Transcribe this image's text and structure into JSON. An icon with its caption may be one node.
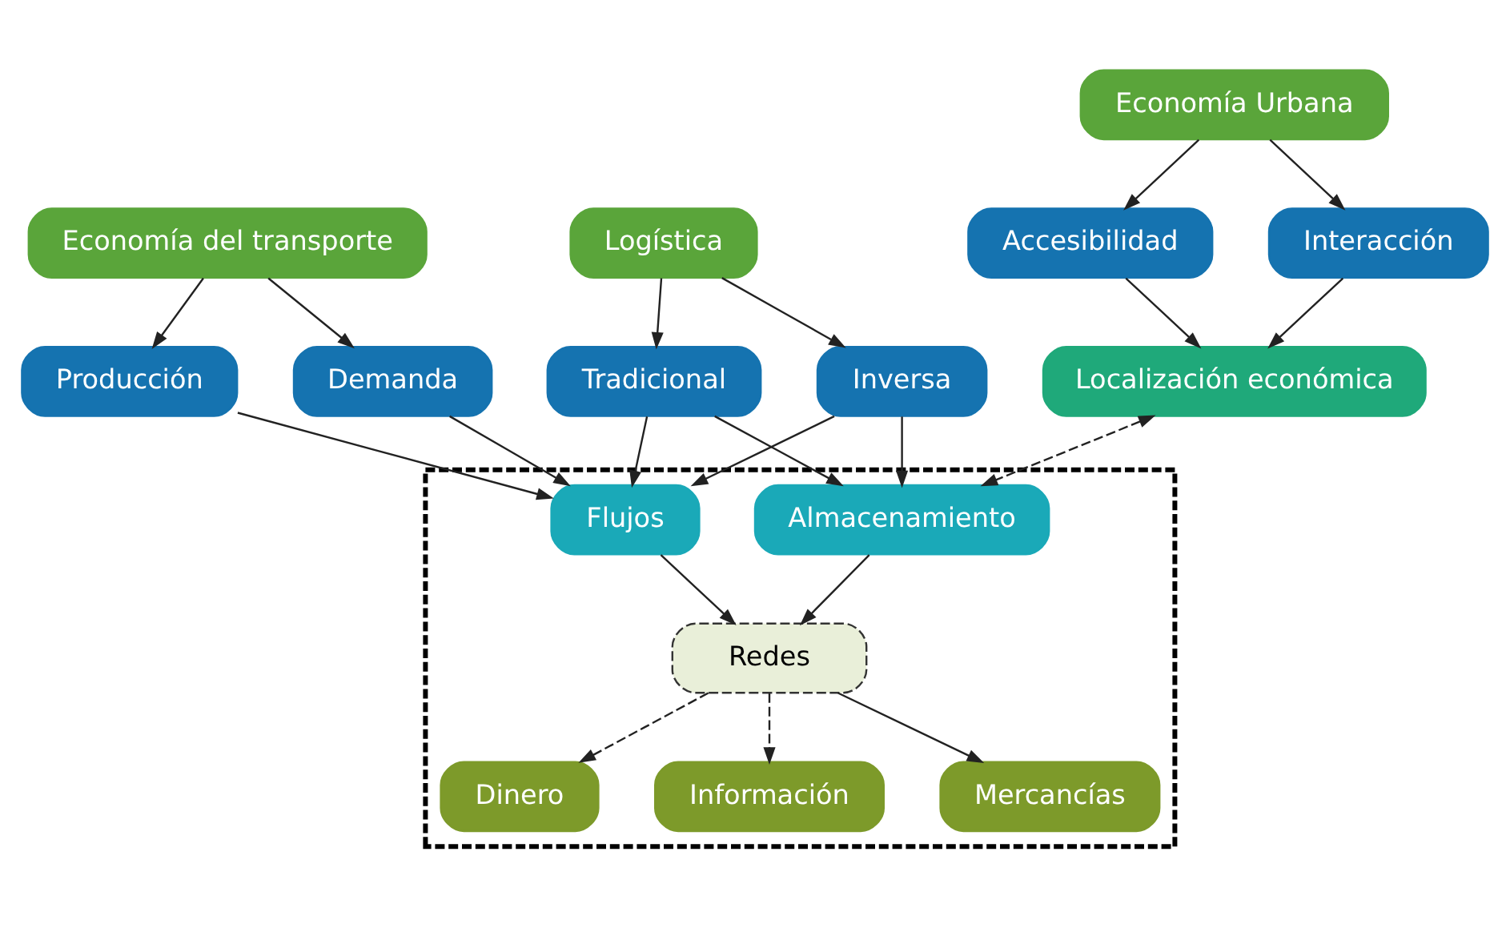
{
  "diagram": {
    "nodes": [
      {
        "text": [
          "Economía del transporte"
        ]
      },
      {
        "text": [
          "Logística"
        ]
      },
      {
        "text": [
          "Economía Urbana"
        ]
      },
      {
        "text": [
          "Producción"
        ]
      },
      {
        "text": [
          "Demanda"
        ]
      },
      {
        "text": [
          "Tradicional"
        ]
      },
      {
        "text": [
          "Inversa"
        ]
      },
      {
        "text": [
          "Accesibilidad"
        ]
      },
      {
        "text": [
          "Interacción"
        ]
      },
      {
        "text": [
          "Localización económica"
        ]
      },
      {
        "text": [],
        "shape": "box"
      },
      {
        "text": [
          "Flujos"
        ],
        "in": 10
      },
      {
        "text": [
          "Almacenamiento"
        ],
        "in": 10
      },
      {
        "text": [
          "Redes"
        ],
        "in": 10
      },
      {
        "text": [
          "Dinero"
        ],
        "in": 10
      },
      {
        "text": [
          "Información"
        ],
        "in": 10
      },
      {
        "text": [
          "Mercancías"
        ],
        "in": 10
      }
    ],
    "edges": [
      {
        "from": 0,
        "to": 3,
        "arrow": "to"
      },
      {
        "from": 0,
        "to": 4,
        "arrow": "to"
      },
      {
        "from": 1,
        "to": 5,
        "arrow": "to"
      },
      {
        "from": 1,
        "to": 6,
        "arrow": "to"
      },
      {
        "from": 2,
        "to": 7,
        "arrow": "to"
      },
      {
        "from": 2,
        "to": 8,
        "arrow": "to"
      },
      {
        "from": 7,
        "to": 9,
        "arrow": "to"
      },
      {
        "from": 8,
        "to": 9,
        "arrow": "to"
      },
      {
        "from": 3,
        "to": 11,
        "arrow": "to"
      },
      {
        "from": 4,
        "to": 11,
        "arrow": "to"
      },
      {
        "from": 5,
        "to": 11,
        "arrow": "to"
      },
      {
        "from": 5,
        "to": 12,
        "arrow": "to"
      },
      {
        "from": 6,
        "to": 11,
        "arrow": "to"
      },
      {
        "from": 6,
        "to": 12,
        "arrow": "to"
      },
      {
        "from": 9,
        "to": 12,
        "arrow": "both",
        "style": "dashed"
      },
      {
        "from": 11,
        "to": 13,
        "arrow": "to"
      },
      {
        "from": 12,
        "to": 13,
        "arrow": "to"
      },
      {
        "from": 13,
        "to": 14,
        "arrow": "to",
        "style": "dashed"
      },
      {
        "from": 13,
        "to": 15,
        "arrow": "to",
        "style": "dashed"
      },
      {
        "from": 13,
        "to": 16,
        "arrow": "to"
      }
    ]
  }
}
